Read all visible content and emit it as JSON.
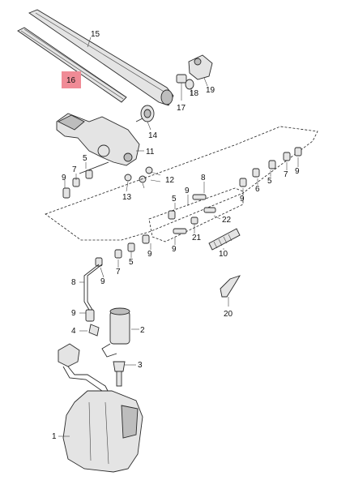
{
  "highlight_color": "#f08b96",
  "callouts": [
    "1",
    "2",
    "3",
    "4",
    "5",
    "6",
    "7",
    "8",
    "9",
    "10",
    "11",
    "12",
    "13",
    "14",
    "15",
    "16",
    "17",
    "18",
    "19",
    "20",
    "21",
    "22"
  ],
  "highlighted_callout": "16"
}
